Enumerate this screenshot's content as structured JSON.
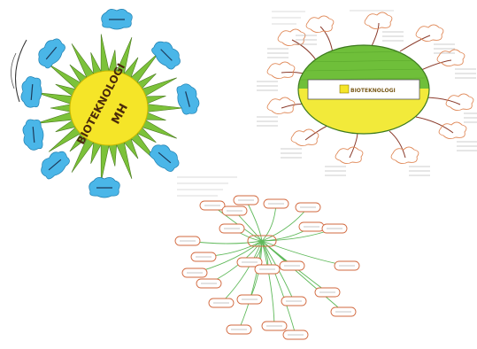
{
  "image": {
    "description_free": true
  },
  "sun_map": {
    "center_text_line1": "BIOTEKNOLOGI",
    "center_text_line2": "MH",
    "colors": {
      "core": "#f5e528",
      "rays": "#7cc23a",
      "ray_stroke": "#4a7a1e",
      "cloud": "#4ab6e8"
    }
  },
  "oval_map": {
    "title": "BIOTEKNOLOGI",
    "colors": {
      "band_top": "#6fbf3a",
      "band_bottom": "#f2ea3a",
      "box": "#f5e528",
      "branch": "#8a3a2a",
      "bubble": "#e08a5a"
    }
  },
  "network_map": {
    "colors": {
      "link": "#5fb95a",
      "bubble": "#d2693f"
    }
  }
}
